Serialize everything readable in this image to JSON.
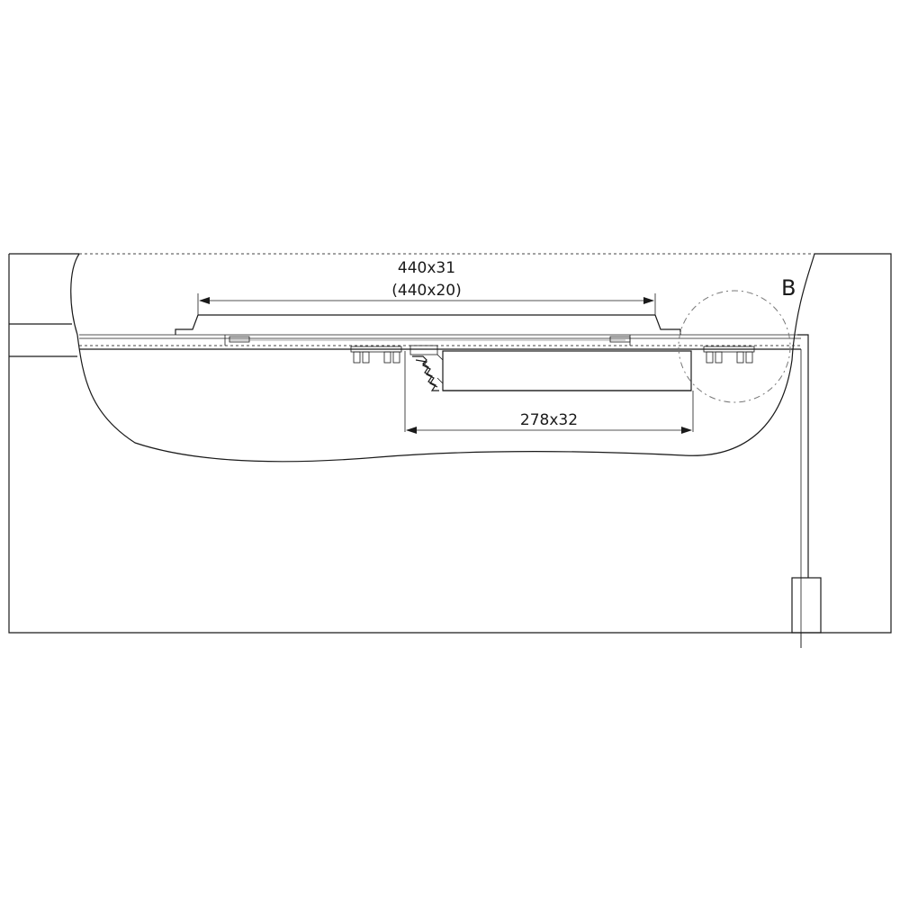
{
  "dimensions": {
    "top_label_line1": "440x31",
    "top_label_line2": "(440x20)",
    "bottom_label": "278x32"
  },
  "detail_marker": "B",
  "colors": {
    "line": "#1a1a1a",
    "background": "#ffffff",
    "detail_circle": "#777777"
  }
}
